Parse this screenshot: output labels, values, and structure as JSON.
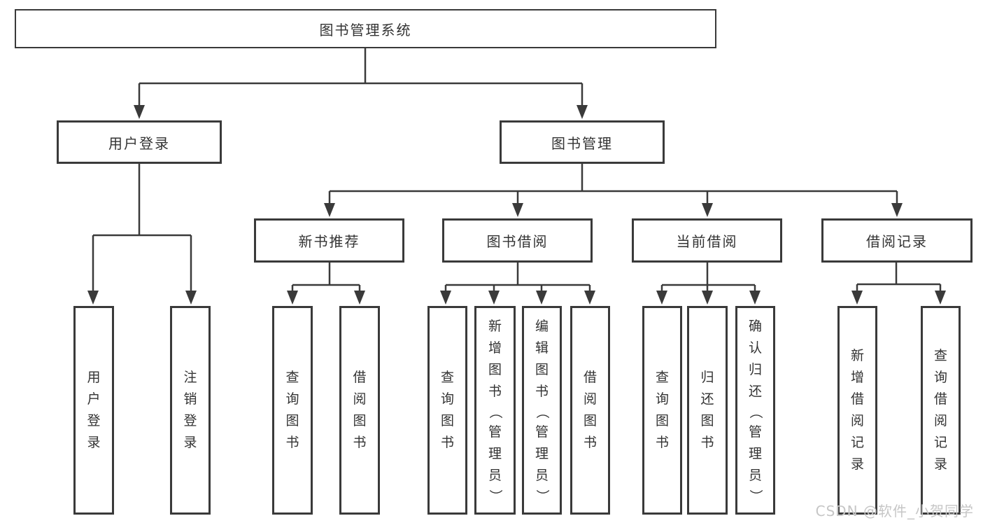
{
  "diagram": {
    "title": "图书管理系统",
    "tree": {
      "root": {
        "label": "图书管理系统"
      },
      "branches": [
        {
          "label": "用户登录",
          "children": [
            {
              "label": "用户登录"
            },
            {
              "label": "注销登录"
            }
          ]
        },
        {
          "label": "图书管理",
          "sections": [
            {
              "label": "新书推荐",
              "children": [
                {
                  "label": "查询图书"
                },
                {
                  "label": "借阅图书"
                }
              ]
            },
            {
              "label": "图书借阅",
              "children": [
                {
                  "label": "查询图书"
                },
                {
                  "label": "新增图书（管理员）"
                },
                {
                  "label": "编辑图书（管理员）"
                },
                {
                  "label": "借阅图书"
                }
              ]
            },
            {
              "label": "当前借阅",
              "children": [
                {
                  "label": "查询图书"
                },
                {
                  "label": "归还图书"
                },
                {
                  "label": "确认归还（管理员）"
                }
              ]
            },
            {
              "label": "借阅记录",
              "children": [
                {
                  "label": "新增借阅记录"
                },
                {
                  "label": "查询借阅记录"
                }
              ]
            }
          ]
        }
      ]
    },
    "watermark": {
      "text": "CSDN @软件_小贺同学"
    },
    "colors": {
      "line": "#3a3a3a",
      "text": "#333333",
      "watermark": "#c6c6c6",
      "background": "#ffffff"
    }
  }
}
